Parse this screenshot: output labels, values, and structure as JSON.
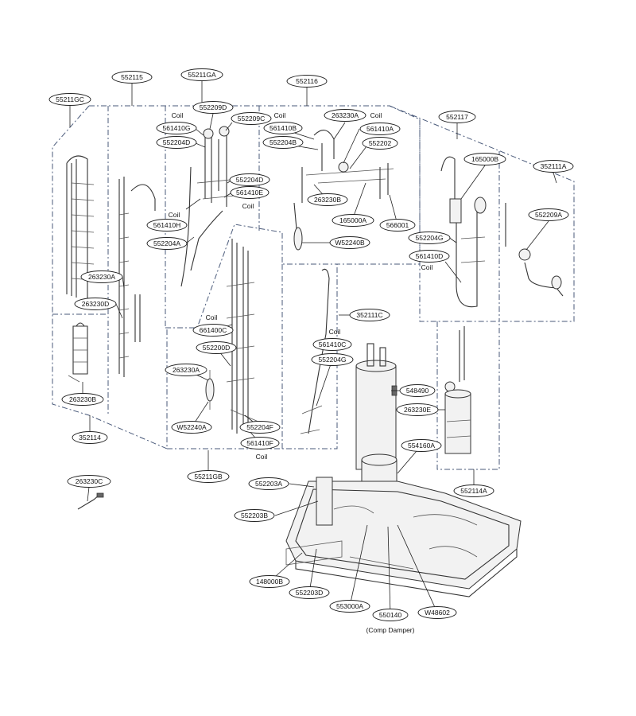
{
  "labels": [
    {
      "id": "552115",
      "text": "552115"
    },
    {
      "id": "55211GA",
      "text": "55211GA"
    },
    {
      "id": "552116",
      "text": "552116"
    },
    {
      "id": "55211GC",
      "text": "55211GC"
    },
    {
      "id": "552209D",
      "text": "552209D"
    },
    {
      "id": "552209C",
      "text": "552209C"
    },
    {
      "id": "561410G",
      "text": "561410G"
    },
    {
      "id": "552204D_a",
      "text": "552204D"
    },
    {
      "id": "552204D_b",
      "text": "552204D"
    },
    {
      "id": "561410E",
      "text": "561410E"
    },
    {
      "id": "561410H",
      "text": "561410H"
    },
    {
      "id": "552204A",
      "text": "552204A"
    },
    {
      "id": "561410B",
      "text": "561410B"
    },
    {
      "id": "552204B",
      "text": "552204B"
    },
    {
      "id": "263230A_top",
      "text": "263230A"
    },
    {
      "id": "561410A",
      "text": "561410A"
    },
    {
      "id": "552202",
      "text": "552202"
    },
    {
      "id": "263230B_mid",
      "text": "263230B"
    },
    {
      "id": "165000A",
      "text": "165000A"
    },
    {
      "id": "566001",
      "text": "566001"
    },
    {
      "id": "W52240B",
      "text": "W52240B"
    },
    {
      "id": "552117",
      "text": "552117"
    },
    {
      "id": "165000B",
      "text": "165000B"
    },
    {
      "id": "352111A",
      "text": "352111A"
    },
    {
      "id": "552209A",
      "text": "552209A"
    },
    {
      "id": "552204G_r",
      "text": "552204G"
    },
    {
      "id": "561410D",
      "text": "561410D"
    },
    {
      "id": "263230A_left",
      "text": "263230A"
    },
    {
      "id": "263230D",
      "text": "263230D"
    },
    {
      "id": "263230B_left",
      "text": "263230B"
    },
    {
      "id": "352114",
      "text": "352114"
    },
    {
      "id": "661400C",
      "text": "661400C"
    },
    {
      "id": "552200D",
      "text": "552200D"
    },
    {
      "id": "263230A_low",
      "text": "263230A"
    },
    {
      "id": "W52240A",
      "text": "W52240A"
    },
    {
      "id": "552204F",
      "text": "552204F"
    },
    {
      "id": "561410F",
      "text": "561410F"
    },
    {
      "id": "55211GB",
      "text": "55211GB"
    },
    {
      "id": "352111C",
      "text": "352111C"
    },
    {
      "id": "561410C",
      "text": "561410C"
    },
    {
      "id": "552204G_c",
      "text": "552204G"
    },
    {
      "id": "548490",
      "text": "548490"
    },
    {
      "id": "263230E",
      "text": "263230E"
    },
    {
      "id": "554160A",
      "text": "554160A"
    },
    {
      "id": "552114A",
      "text": "552114A"
    },
    {
      "id": "263230C",
      "text": "263230C"
    },
    {
      "id": "552203A",
      "text": "552203A"
    },
    {
      "id": "552203B",
      "text": "552203B"
    },
    {
      "id": "148000B",
      "text": "148000B"
    },
    {
      "id": "552203D",
      "text": "552203D"
    },
    {
      "id": "553000A",
      "text": "553000A"
    },
    {
      "id": "550140",
      "text": "550140"
    },
    {
      "id": "W48602",
      "text": "W48602"
    }
  ],
  "notes": {
    "coil": "Coil",
    "comp_damper": "(Comp Damper)"
  }
}
